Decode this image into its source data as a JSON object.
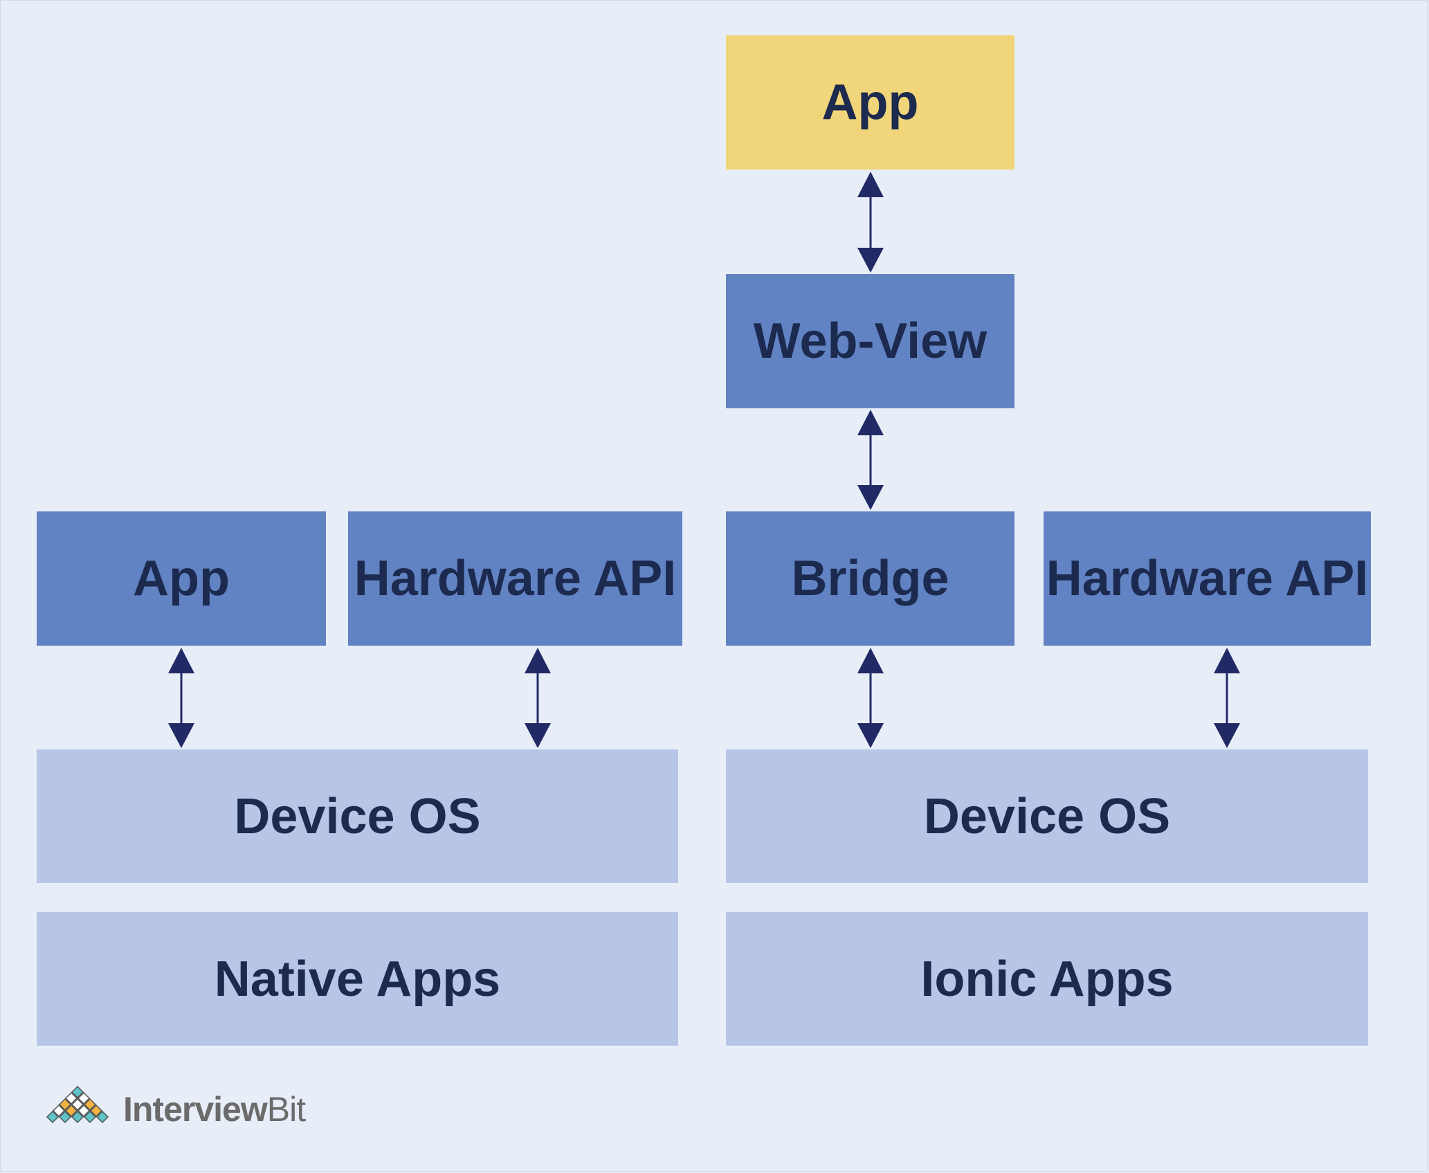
{
  "diagram": {
    "top_app": "App",
    "web_view": "Web-View",
    "native_app": "App",
    "native_hardware_api": "Hardware API",
    "bridge": "Bridge",
    "ionic_hardware_api": "Hardware API",
    "native_device_os": "Device OS",
    "ionic_device_os": "Device OS",
    "native_apps_label": "Native Apps",
    "ionic_apps_label": "Ionic Apps"
  },
  "logo": {
    "brand_part1": "Interview",
    "brand_part2": "Bit"
  },
  "colors": {
    "background": "#e8eef8",
    "app_box": "#f1d57a",
    "mid_box": "#6283c3",
    "light_box": "#b7c5e6",
    "text": "#1b2a4e",
    "arrow": "#222a66"
  }
}
